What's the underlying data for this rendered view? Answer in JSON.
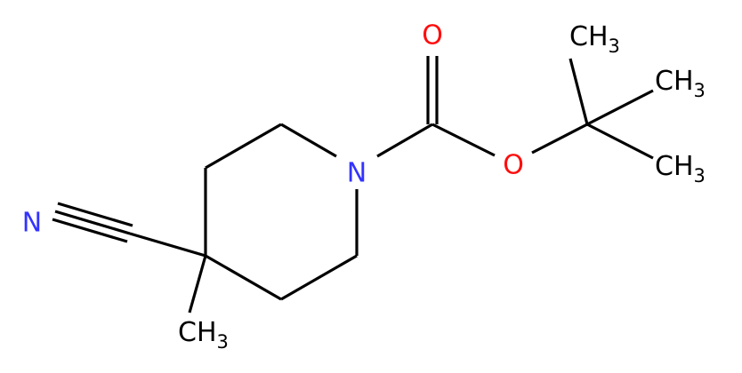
{
  "atoms": {
    "ring_nitrogen": "N",
    "nitrile_nitrogen": "N",
    "carbonyl_oxygen": "O",
    "ester_oxygen": "O",
    "methyl_labels": [
      {
        "main": "CH",
        "sub": "3"
      },
      {
        "main": "CH",
        "sub": "3"
      },
      {
        "main": "CH",
        "sub": "3"
      },
      {
        "main": "CH",
        "sub": "3"
      }
    ]
  },
  "colors": {
    "bond": "#000000",
    "nitrogen": "#3333ff",
    "oxygen": "#ff0d0d",
    "carbon_label": "#000000"
  }
}
